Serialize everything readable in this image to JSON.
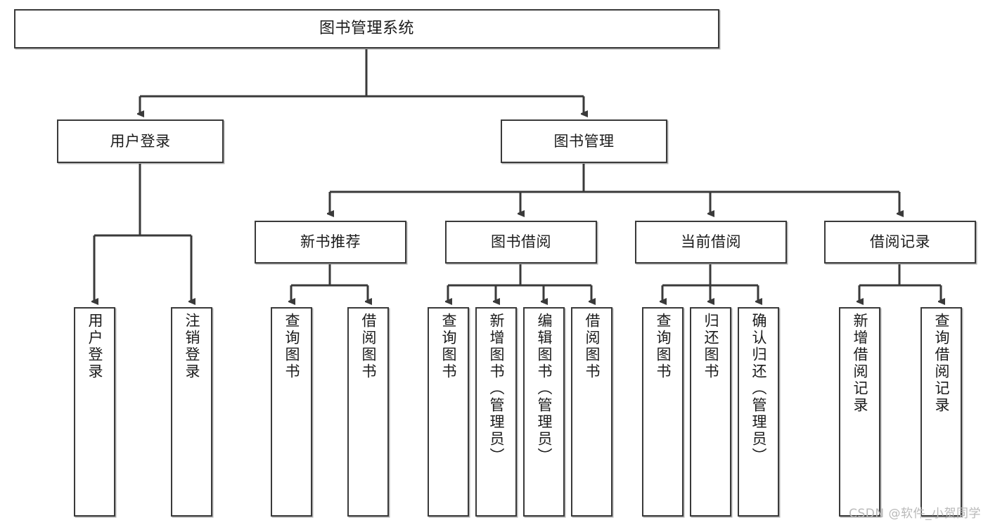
{
  "diagram": {
    "title_node": {
      "label": "图书管理系统"
    },
    "level2": [
      {
        "id": "user-login",
        "label": "用户登录"
      },
      {
        "id": "book-management",
        "label": "图书管理"
      }
    ],
    "level3": [
      {
        "id": "new-book-recommend",
        "label": "新书推荐"
      },
      {
        "id": "book-borrow",
        "label": "图书借阅"
      },
      {
        "id": "current-borrow",
        "label": "当前借阅"
      },
      {
        "id": "borrow-record",
        "label": "借阅记录"
      }
    ],
    "leaves": {
      "user_login": [
        {
          "id": "leaf-user-login",
          "label": "用户登录"
        },
        {
          "id": "leaf-logout-login",
          "label": "注销登录"
        }
      ],
      "new_book_recommend": [
        {
          "id": "leaf-query-book-1",
          "label": "查询图书"
        },
        {
          "id": "leaf-borrow-book-1",
          "label": "借阅图书"
        }
      ],
      "book_borrow": [
        {
          "id": "leaf-query-book-2",
          "label": "查询图书"
        },
        {
          "id": "leaf-add-book",
          "label": "新增图书（管理员）"
        },
        {
          "id": "leaf-edit-book",
          "label": "编辑图书（管理员）"
        },
        {
          "id": "leaf-borrow-book-2",
          "label": "借阅图书"
        }
      ],
      "current_borrow": [
        {
          "id": "leaf-query-book-3",
          "label": "查询图书"
        },
        {
          "id": "leaf-return-book",
          "label": "归还图书"
        },
        {
          "id": "leaf-confirm-return",
          "label": "确认归还（管理员）"
        }
      ],
      "borrow_record": [
        {
          "id": "leaf-add-borrow-record",
          "label": "新增借阅记录"
        },
        {
          "id": "leaf-query-borrow-record",
          "label": "查询借阅记录"
        }
      ]
    },
    "watermark": {
      "text": "CSDN @软件_小贺同学"
    },
    "colors": {
      "stroke": "#3a3a3a",
      "fill": "#ffffff",
      "text": "#1b1b1b",
      "watermark": "#b9b9b9"
    }
  }
}
